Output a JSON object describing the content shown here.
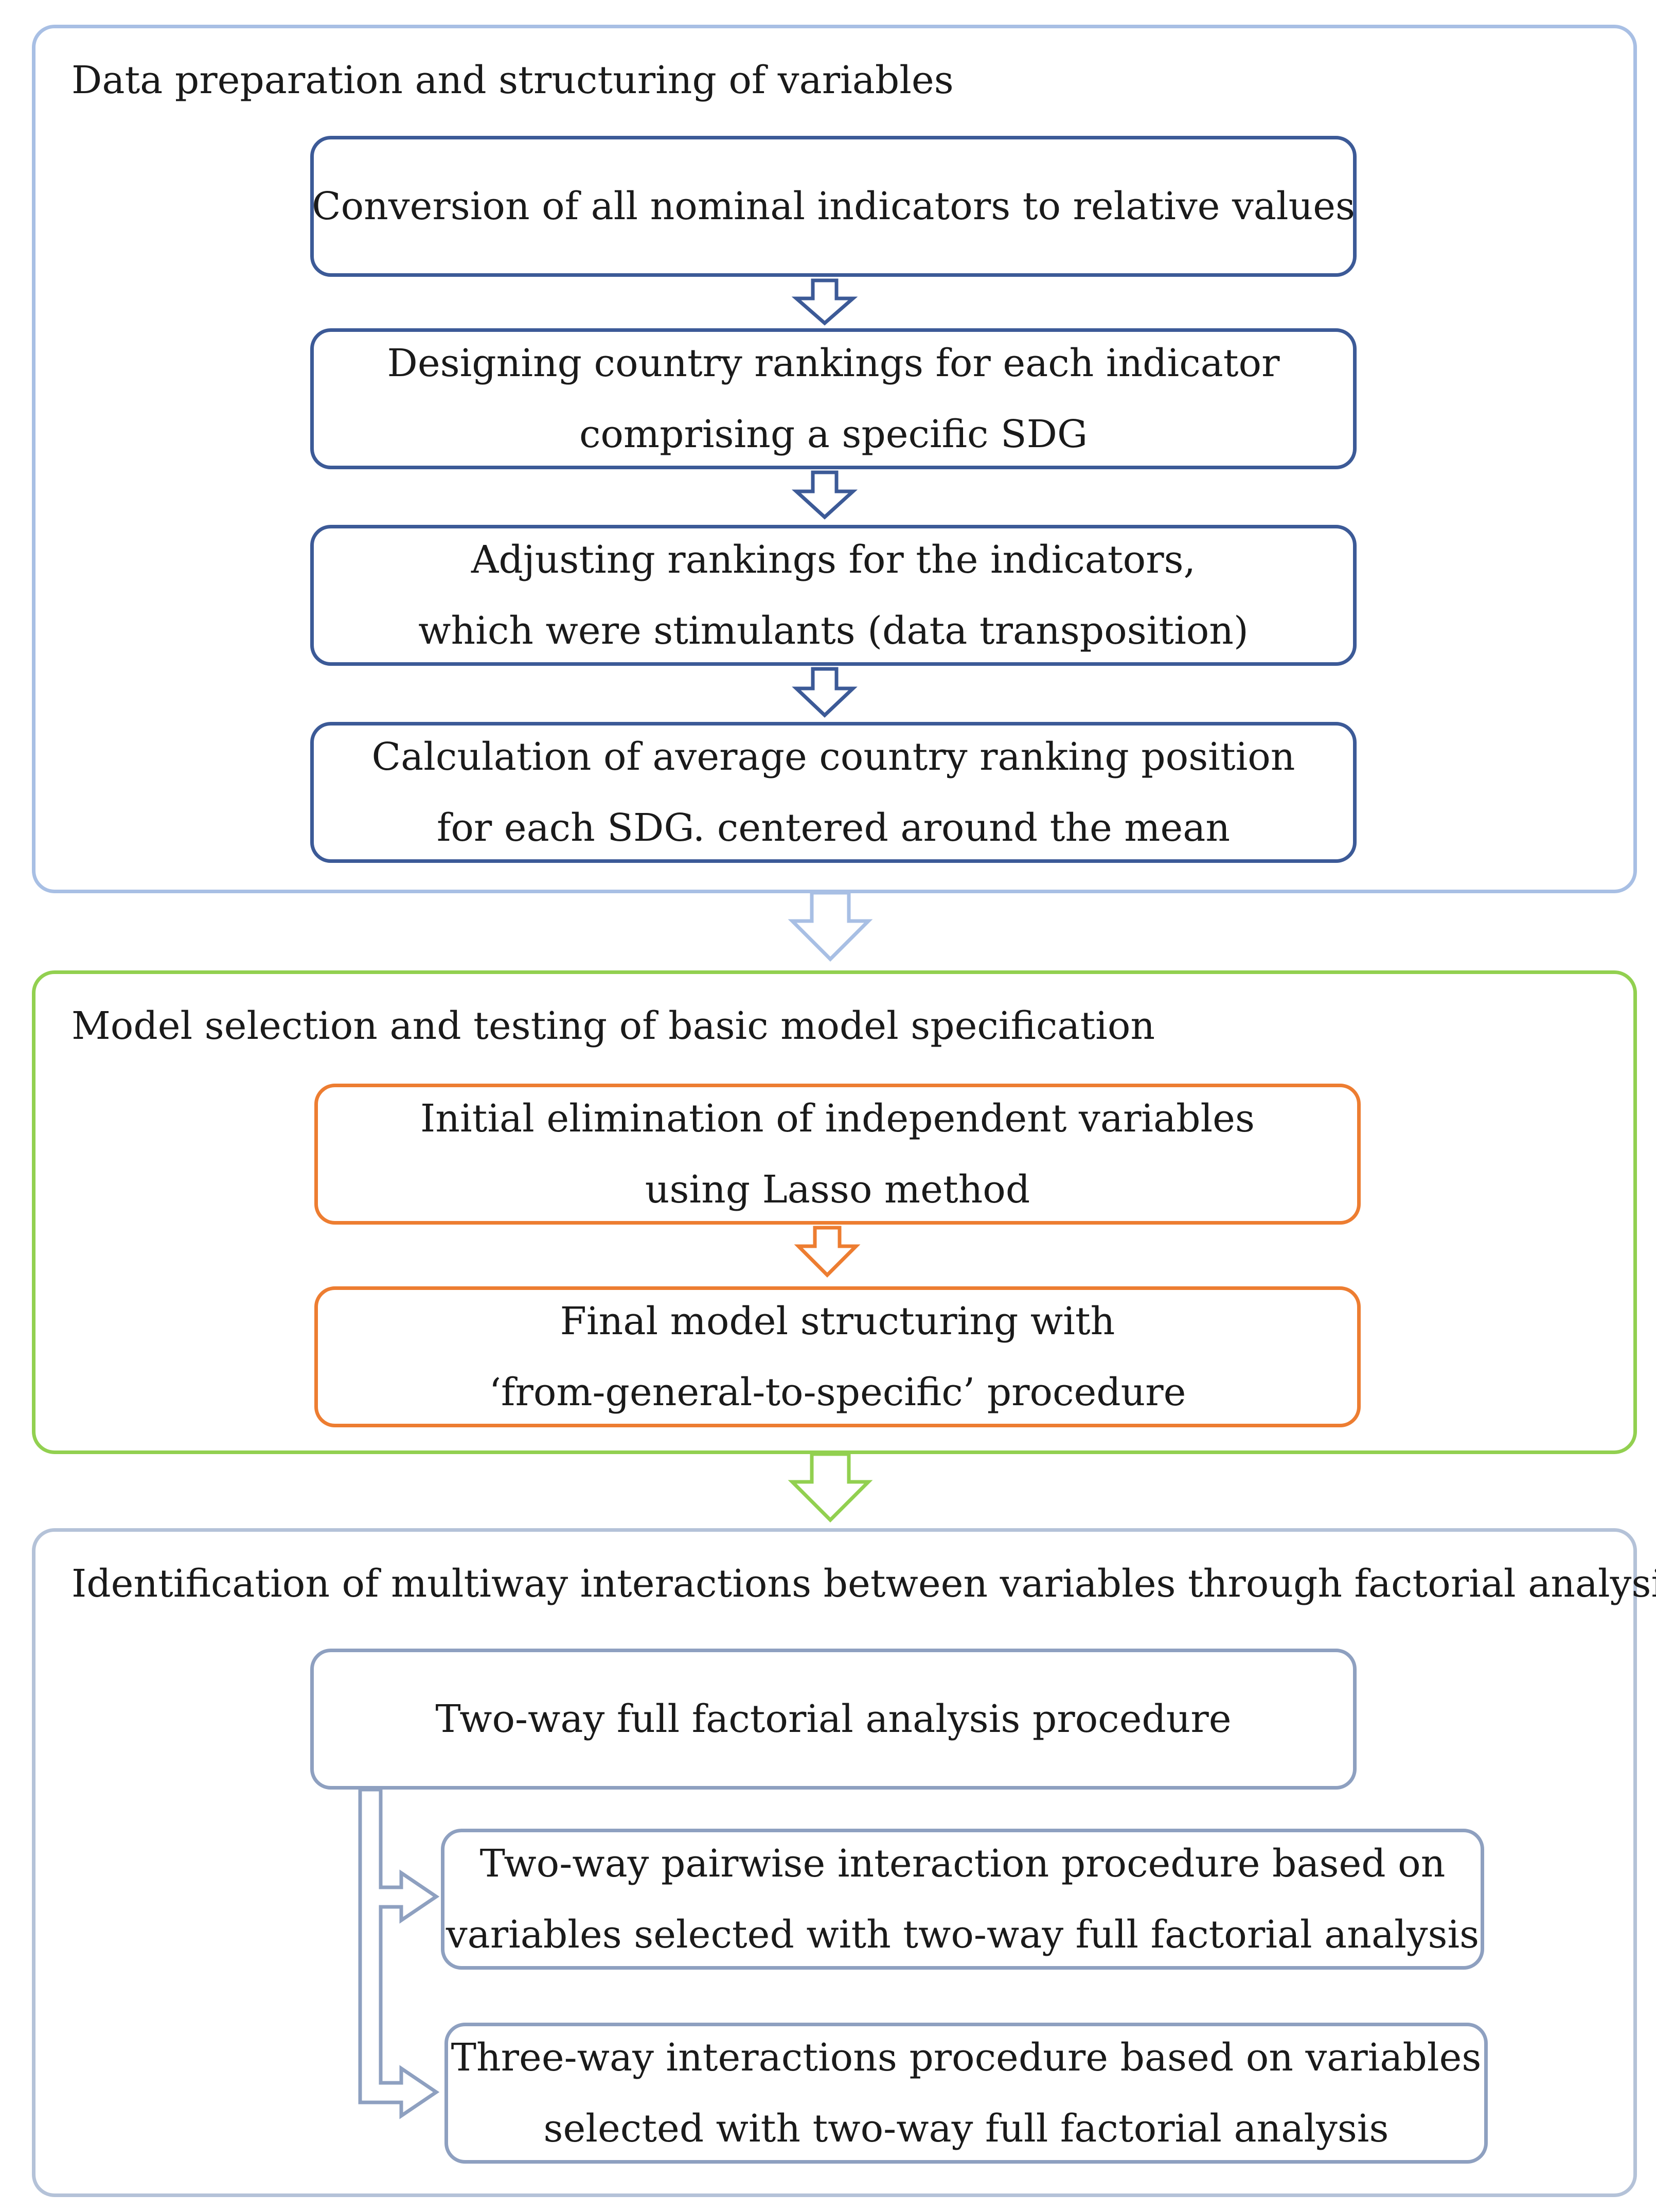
{
  "sections": [
    {
      "title": "Data preparation and structuring of variables",
      "color": "#a8bfe4",
      "steps": [
        {
          "lines": [
            "Conversion of all nominal indicators to relative values"
          ]
        },
        {
          "lines": [
            "Designing country rankings for each indicator",
            "comprising a specific SDG"
          ]
        },
        {
          "lines": [
            "Adjusting rankings for the indicators,",
            "which were stimulants (data transposition)"
          ]
        },
        {
          "lines": [
            "Calculation of average country ranking position",
            "for each SDG. centered around the mean"
          ]
        }
      ]
    },
    {
      "title": "Model selection and testing of basic model specification",
      "color": "#92d050",
      "steps": [
        {
          "lines": [
            "Initial elimination of independent variables",
            "using Lasso method"
          ]
        },
        {
          "lines": [
            "Final model structuring with",
            "‘from-general-to-specific’ procedure"
          ]
        }
      ]
    },
    {
      "title": "Identification of multiway interactions between variables through factorial analysis",
      "color": "#b4c2d8",
      "steps": [
        {
          "lines": [
            "Two-way full factorial analysis procedure"
          ]
        },
        {
          "lines": [
            "Two-way pairwise interaction procedure based on",
            "variables selected with two-way full factorial analysis"
          ]
        },
        {
          "lines": [
            "Three-way interactions procedure based on variables",
            "selected with two-way full factorial analysis"
          ]
        }
      ]
    }
  ],
  "colors": {
    "step_blue": "#3c5a97",
    "step_orange": "#ed7d31",
    "step_grey": "#8ea0c0"
  }
}
